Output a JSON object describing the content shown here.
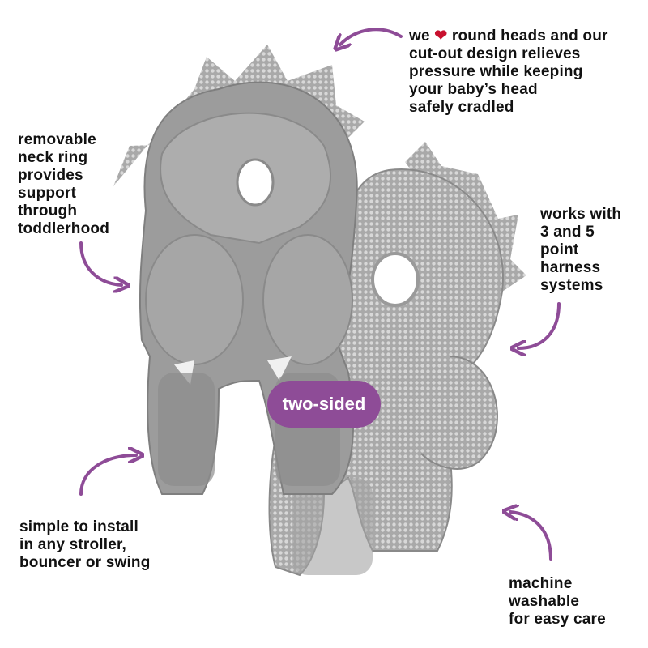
{
  "captions": {
    "top_right": {
      "prefix": "we",
      "icon": "heart-icon",
      "lines": [
        "round heads and our",
        "cut-out design relieves",
        "pressure while keeping",
        "your baby’s head",
        "safely cradled"
      ]
    },
    "left": {
      "lines": [
        "removable",
        "neck ring",
        "provides",
        "support",
        "through",
        "toddlerhood"
      ]
    },
    "right": {
      "lines": [
        "works with",
        "3 and 5",
        "point",
        "harness",
        "systems"
      ]
    },
    "bottom_left": {
      "lines": [
        "simple to install",
        "in any stroller,",
        "bouncer or swing"
      ]
    },
    "bottom_right": {
      "lines": [
        "machine",
        "washable",
        "for easy care"
      ]
    }
  },
  "badge": {
    "label": "two-sided"
  },
  "colors": {
    "accent": "#8e4c97",
    "heart": "#c8102e",
    "plush": "#9a9a9a",
    "mesh": "#b5b5b5"
  }
}
